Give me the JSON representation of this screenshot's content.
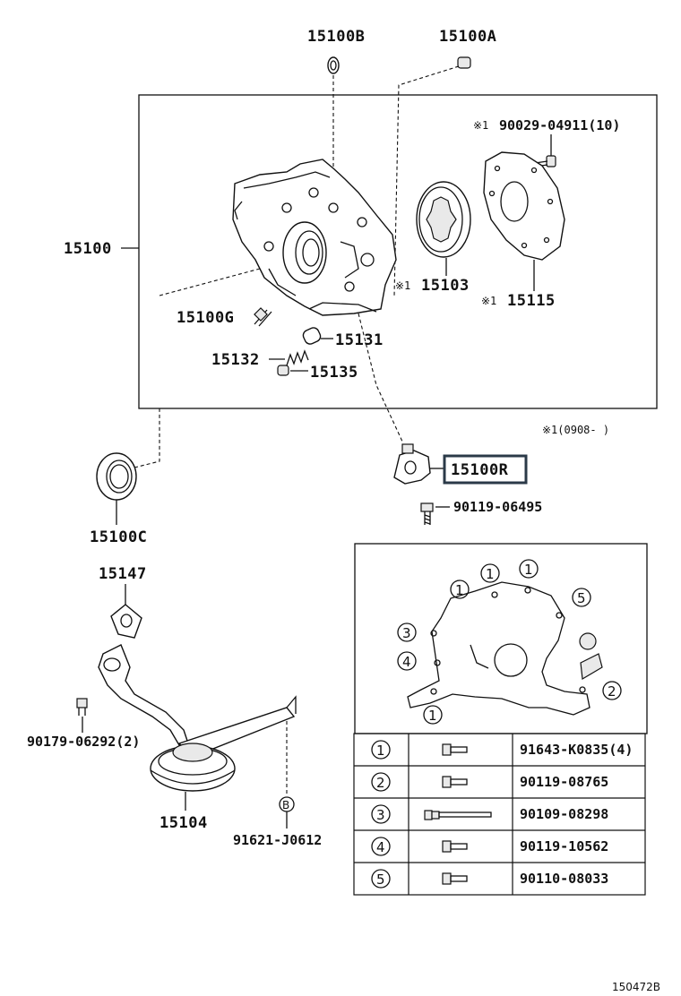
{
  "labels": {
    "p15100B": "15100B",
    "p15100A": "15100A",
    "p90029": "90029-04911(10)",
    "p15100": "15100",
    "p15103": "15103",
    "p15115": "15115",
    "p15100G": "15100G",
    "p15131": "15131",
    "p15132": "15132",
    "p15135": "15135",
    "p15100R": "15100R",
    "p90119_06495": "90119-06495",
    "p15100C": "15100C",
    "p15147": "15147",
    "p90179": "90179-06292(2)",
    "p15104": "15104",
    "p91621": "91621-J0612"
  },
  "notes": {
    "mark": "※1",
    "date_range": "※1(0908-     )",
    "code": "150472B",
    "circle_b": "B"
  },
  "bolt_legend": {
    "rows": [
      {
        "num": "1",
        "part": "91643-K0835(4)"
      },
      {
        "num": "2",
        "part": "90119-08765"
      },
      {
        "num": "3",
        "part": "90109-08298"
      },
      {
        "num": "4",
        "part": "90119-10562"
      },
      {
        "num": "5",
        "part": "90110-08033"
      }
    ]
  },
  "inset_markers": [
    "1",
    "1",
    "1",
    "5",
    "3",
    "4",
    "2",
    "1"
  ],
  "colors": {
    "highlight_border": "#2b3a48",
    "ink": "#111111"
  }
}
